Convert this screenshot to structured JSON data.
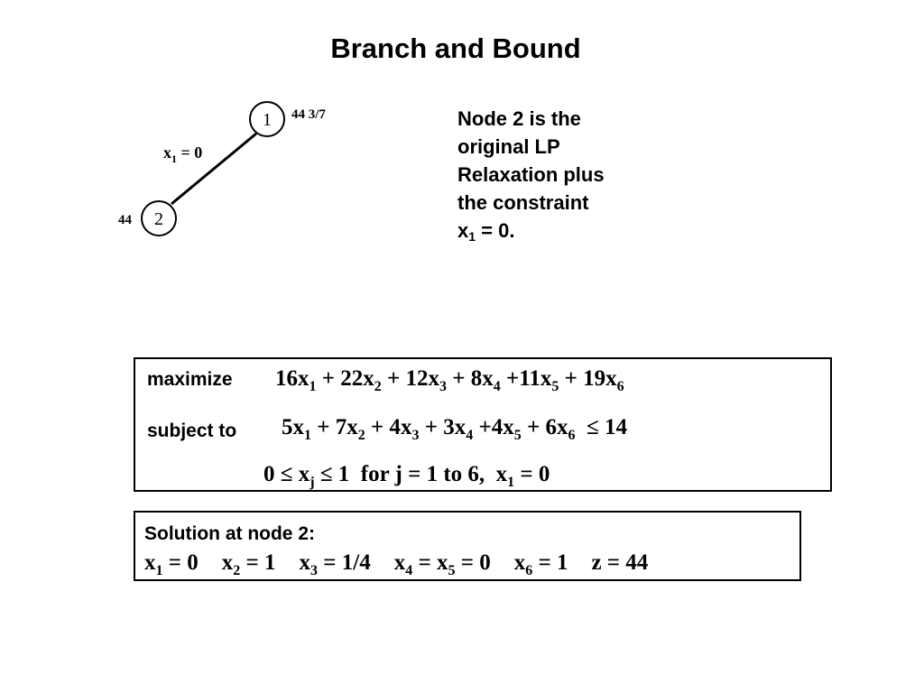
{
  "title": "Branch and Bound",
  "tree": {
    "node1": {
      "label": "1",
      "bound": "44 3/7"
    },
    "node2": {
      "label": "2",
      "bound": "44"
    },
    "edge": {
      "var": "x",
      "sub": "1",
      "rest": " = 0"
    }
  },
  "note": {
    "lines": [
      "Node 2 is the",
      "original LP",
      "Relaxation plus",
      "the constraint"
    ],
    "last_var": "x",
    "last_sub": "1",
    "last_rest": " = 0."
  },
  "model": {
    "maximize_label": "maximize",
    "subject_label": "subject to",
    "objective": [
      {
        "t": "16x",
        "s": "1"
      },
      {
        "t": " + 22x",
        "s": "2"
      },
      {
        "t": " + 12x",
        "s": "3"
      },
      {
        "t": " + 8x",
        "s": "4"
      },
      {
        "t": " +11x",
        "s": "5"
      },
      {
        "t": " + 19x",
        "s": "6"
      }
    ],
    "constraint": [
      {
        "t": "5x",
        "s": "1"
      },
      {
        "t": " + 7x",
        "s": "2"
      },
      {
        "t": " + 4x",
        "s": "3"
      },
      {
        "t": " + 3x",
        "s": "4"
      },
      {
        "t": " +4x",
        "s": "5"
      },
      {
        "t": " + 6x",
        "s": "6"
      },
      {
        "t": "  ≤ 14",
        "s": ""
      }
    ],
    "bounds": [
      {
        "t": "0 ≤ x",
        "s": "j"
      },
      {
        "t": " ≤ 1  for j = 1 to 6,  x",
        "s": "1"
      },
      {
        "t": " = 0",
        "s": ""
      }
    ]
  },
  "solution": {
    "label": "Solution at node 2:",
    "terms": [
      [
        {
          "t": "x",
          "s": "1"
        },
        {
          "t": " = 0",
          "s": ""
        }
      ],
      [
        {
          "t": "x",
          "s": "2"
        },
        {
          "t": " = 1",
          "s": ""
        }
      ],
      [
        {
          "t": "x",
          "s": "3"
        },
        {
          "t": " = 1/4",
          "s": ""
        }
      ],
      [
        {
          "t": "x",
          "s": "4"
        },
        {
          "t": " = x",
          "s": ""
        },
        {
          "t": "",
          "s": "5"
        },
        {
          "t": " = 0",
          "s": ""
        }
      ],
      [
        {
          "t": "x",
          "s": "6"
        },
        {
          "t": " = 1",
          "s": ""
        }
      ],
      [
        {
          "t": "z = 44",
          "s": ""
        }
      ]
    ]
  }
}
